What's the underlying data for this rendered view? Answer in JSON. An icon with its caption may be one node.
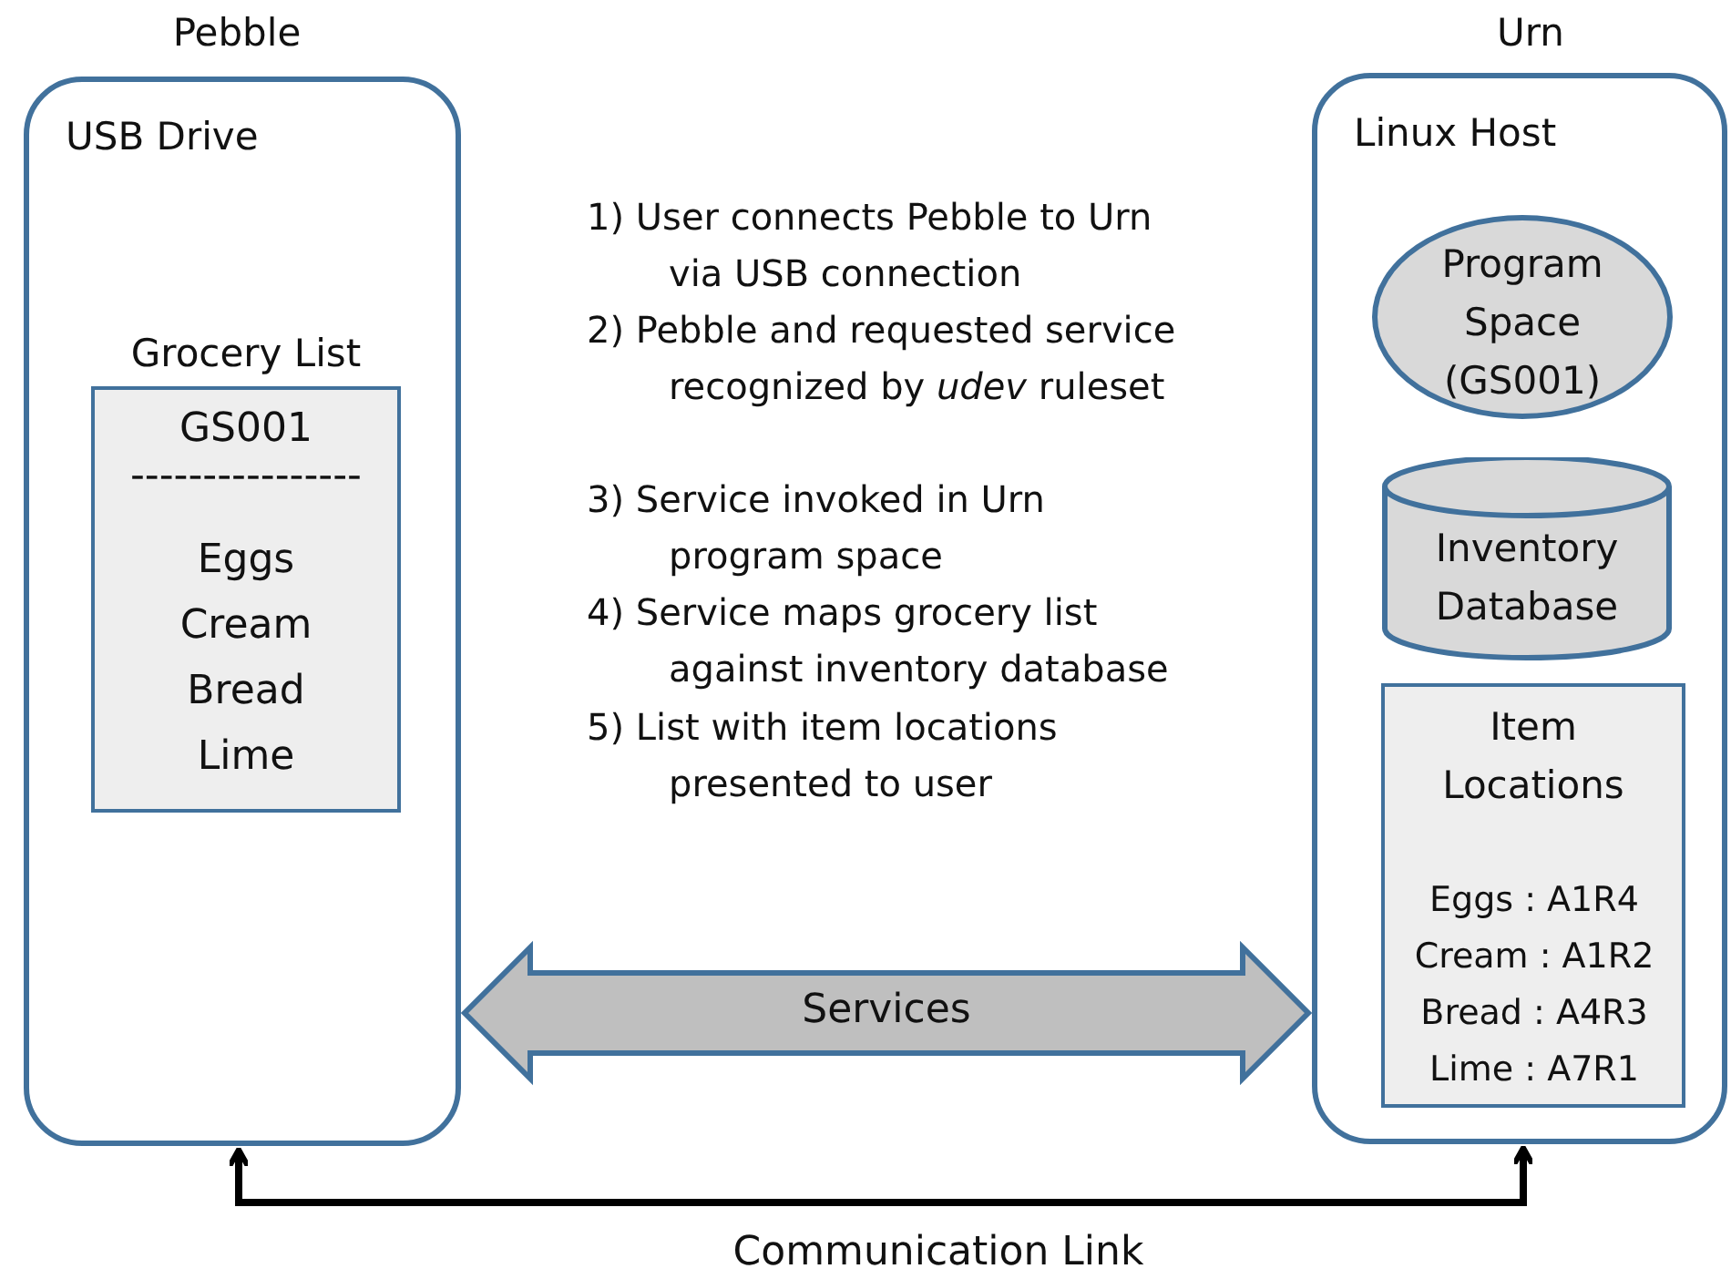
{
  "diagram": {
    "nodes": [
      {
        "text": [
          "Pebble",
          "USB Drive"
        ]
      },
      {
        "text": [
          "Grocery List",
          "GS001",
          "----------------",
          "Eggs Cream Bread Lime"
        ],
        "in": 0
      },
      {
        "text": [
          "Urn",
          "Linux Host"
        ]
      },
      {
        "text": [
          "Program Space (GS001)"
        ],
        "in": 2
      },
      {
        "text": [
          "Inventory Database"
        ],
        "in": 2
      },
      {
        "text": [
          "Item Locations",
          "Eggs : A1R4 Cream : A1R2 Bread : A4R3 Lime : A7R1"
        ],
        "in": 2
      }
    ],
    "edges": [
      {
        "from": 0,
        "to": 2,
        "arrow": "both",
        "label": "Services",
        "style": "thick"
      },
      {
        "from": 0,
        "to": 2,
        "arrow": "both",
        "label": "Communication Link"
      }
    ],
    "labels": [
      "1) User connects Pebble to Urn via USB connection",
      "2) Pebble and requested service recognized by *udev* ruleset",
      "3) Service invoked in Urn program space",
      "4) Service maps grocery list against inventory database",
      "5) List with item locations presented to user"
    ]
  }
}
